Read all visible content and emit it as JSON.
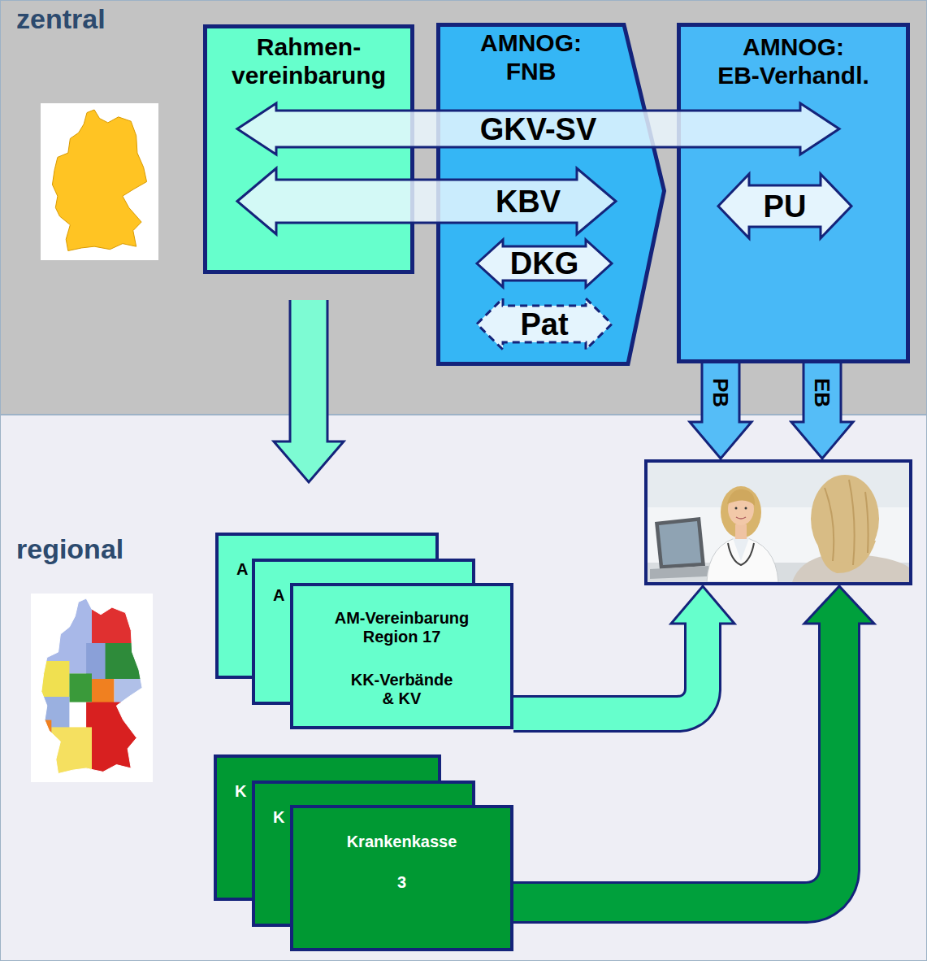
{
  "diagram": {
    "nodes": [
      {
        "text": [
          "zentral"
        ]
      },
      {
        "text": [
          "Rahmen- vereinbarung"
        ],
        "in": 0
      },
      {
        "text": [
          "AMNOG: FNB"
        ],
        "in": 0
      },
      {
        "text": [
          "AMNOG: EB-Verhandl."
        ],
        "in": 0
      },
      {
        "text": [
          "GKV-SV"
        ],
        "in": 0
      },
      {
        "text": [
          "KBV"
        ],
        "in": 0
      },
      {
        "text": [
          "DKG"
        ],
        "in": 2
      },
      {
        "text": [
          "Pat"
        ],
        "in": 2
      },
      {
        "text": [
          "PU"
        ],
        "in": 3
      },
      {
        "text": [
          "regional"
        ]
      },
      {
        "text": [
          "A"
        ],
        "in": 9
      },
      {
        "text": [
          "A"
        ],
        "in": 9
      },
      {
        "text": [
          "AM-Vereinbarung Region 17",
          "KK-Verbände & KV"
        ],
        "in": 9
      },
      {
        "text": [
          "K"
        ],
        "in": 9
      },
      {
        "text": [
          "K"
        ],
        "in": 9
      },
      {
        "text": [
          "Krankenkasse",
          "3"
        ],
        "in": 9
      },
      {
        "text": [],
        "in": 9
      }
    ],
    "edges": [
      {
        "from": 1,
        "to": 10,
        "arrow": "to"
      },
      {
        "from": 3,
        "to": 16,
        "label": "PB",
        "arrow": "to"
      },
      {
        "from": 3,
        "to": 16,
        "label": "EB",
        "arrow": "to"
      },
      {
        "from": 12,
        "to": 16,
        "arrow": "to"
      },
      {
        "from": 15,
        "to": 16,
        "arrow": "to"
      }
    ]
  }
}
